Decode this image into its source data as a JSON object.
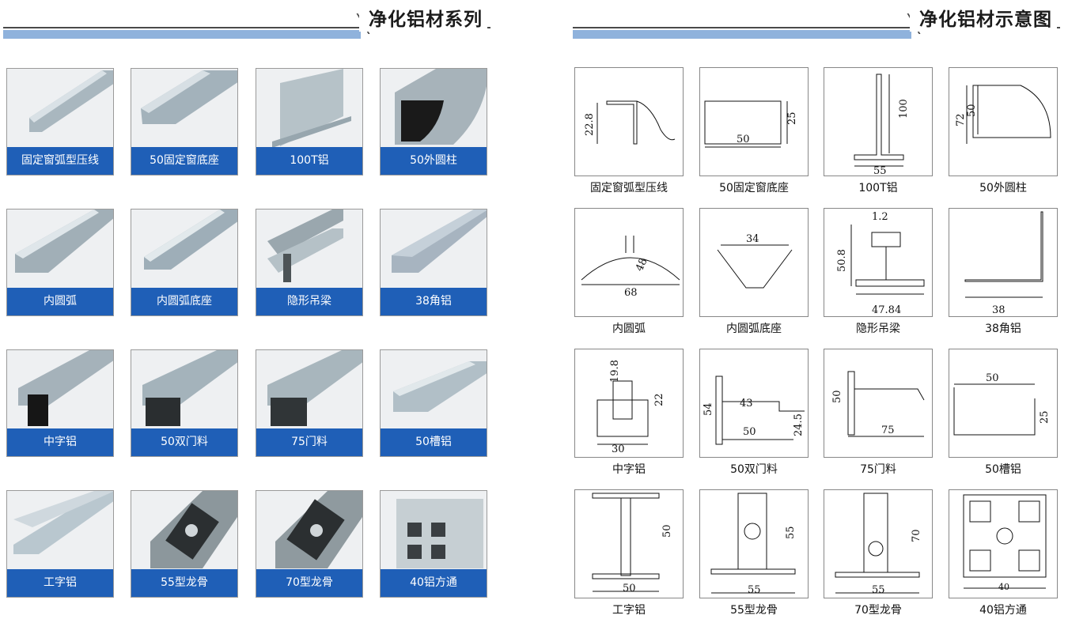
{
  "left_header": {
    "title": "净化铝材系列"
  },
  "right_header": {
    "title": "净化铝材示意图"
  },
  "products": [
    {
      "label": "固定窗弧型压线",
      "icon": "arc-trim-profile"
    },
    {
      "label": "50固定窗底座",
      "icon": "window-base-profile"
    },
    {
      "label": "100T铝",
      "icon": "t-profile"
    },
    {
      "label": "50外圆柱",
      "icon": "outer-round-column"
    },
    {
      "label": "内圆弧",
      "icon": "inner-arc-profile"
    },
    {
      "label": "内圆弧底座",
      "icon": "inner-arc-base"
    },
    {
      "label": "隐形吊梁",
      "icon": "hidden-beam"
    },
    {
      "label": "38角铝",
      "icon": "angle-profile"
    },
    {
      "label": "中字铝",
      "icon": "middle-profile"
    },
    {
      "label": "50双门料",
      "icon": "double-door-profile"
    },
    {
      "label": "75门料",
      "icon": "door-profile"
    },
    {
      "label": "50槽铝",
      "icon": "channel-profile"
    },
    {
      "label": "工字铝",
      "icon": "i-beam-profile"
    },
    {
      "label": "55型龙骨",
      "icon": "keel-55"
    },
    {
      "label": "70型龙骨",
      "icon": "keel-70"
    },
    {
      "label": "40铝方通",
      "icon": "square-tube"
    }
  ],
  "diagrams": [
    {
      "label": "固定窗弧型压线",
      "dims": [
        "22.8"
      ]
    },
    {
      "label": "50固定窗底座",
      "dims": [
        "50",
        "25"
      ]
    },
    {
      "label": "100T铝",
      "dims": [
        "100",
        "55"
      ]
    },
    {
      "label": "50外圆柱",
      "dims": [
        "72",
        "50"
      ]
    },
    {
      "label": "内圆弧",
      "dims": [
        "68",
        "48"
      ]
    },
    {
      "label": "内圆弧底座",
      "dims": [
        "34"
      ]
    },
    {
      "label": "隐形吊梁",
      "dims": [
        "1.2",
        "50.8",
        "47.84"
      ]
    },
    {
      "label": "38角铝",
      "dims": [
        "38"
      ]
    },
    {
      "label": "中字铝",
      "dims": [
        "19.8",
        "22",
        "30"
      ]
    },
    {
      "label": "50双门料",
      "dims": [
        "43",
        "54",
        "50",
        "24.5"
      ]
    },
    {
      "label": "75门料",
      "dims": [
        "50",
        "75"
      ]
    },
    {
      "label": "50槽铝",
      "dims": [
        "50",
        "25"
      ]
    },
    {
      "label": "工字铝",
      "dims": [
        "50",
        "50"
      ]
    },
    {
      "label": "55型龙骨",
      "dims": [
        "55",
        "55"
      ]
    },
    {
      "label": "70型龙骨",
      "dims": [
        "70",
        "55"
      ]
    },
    {
      "label": "40铝方通",
      "dims": [
        "40"
      ]
    }
  ]
}
